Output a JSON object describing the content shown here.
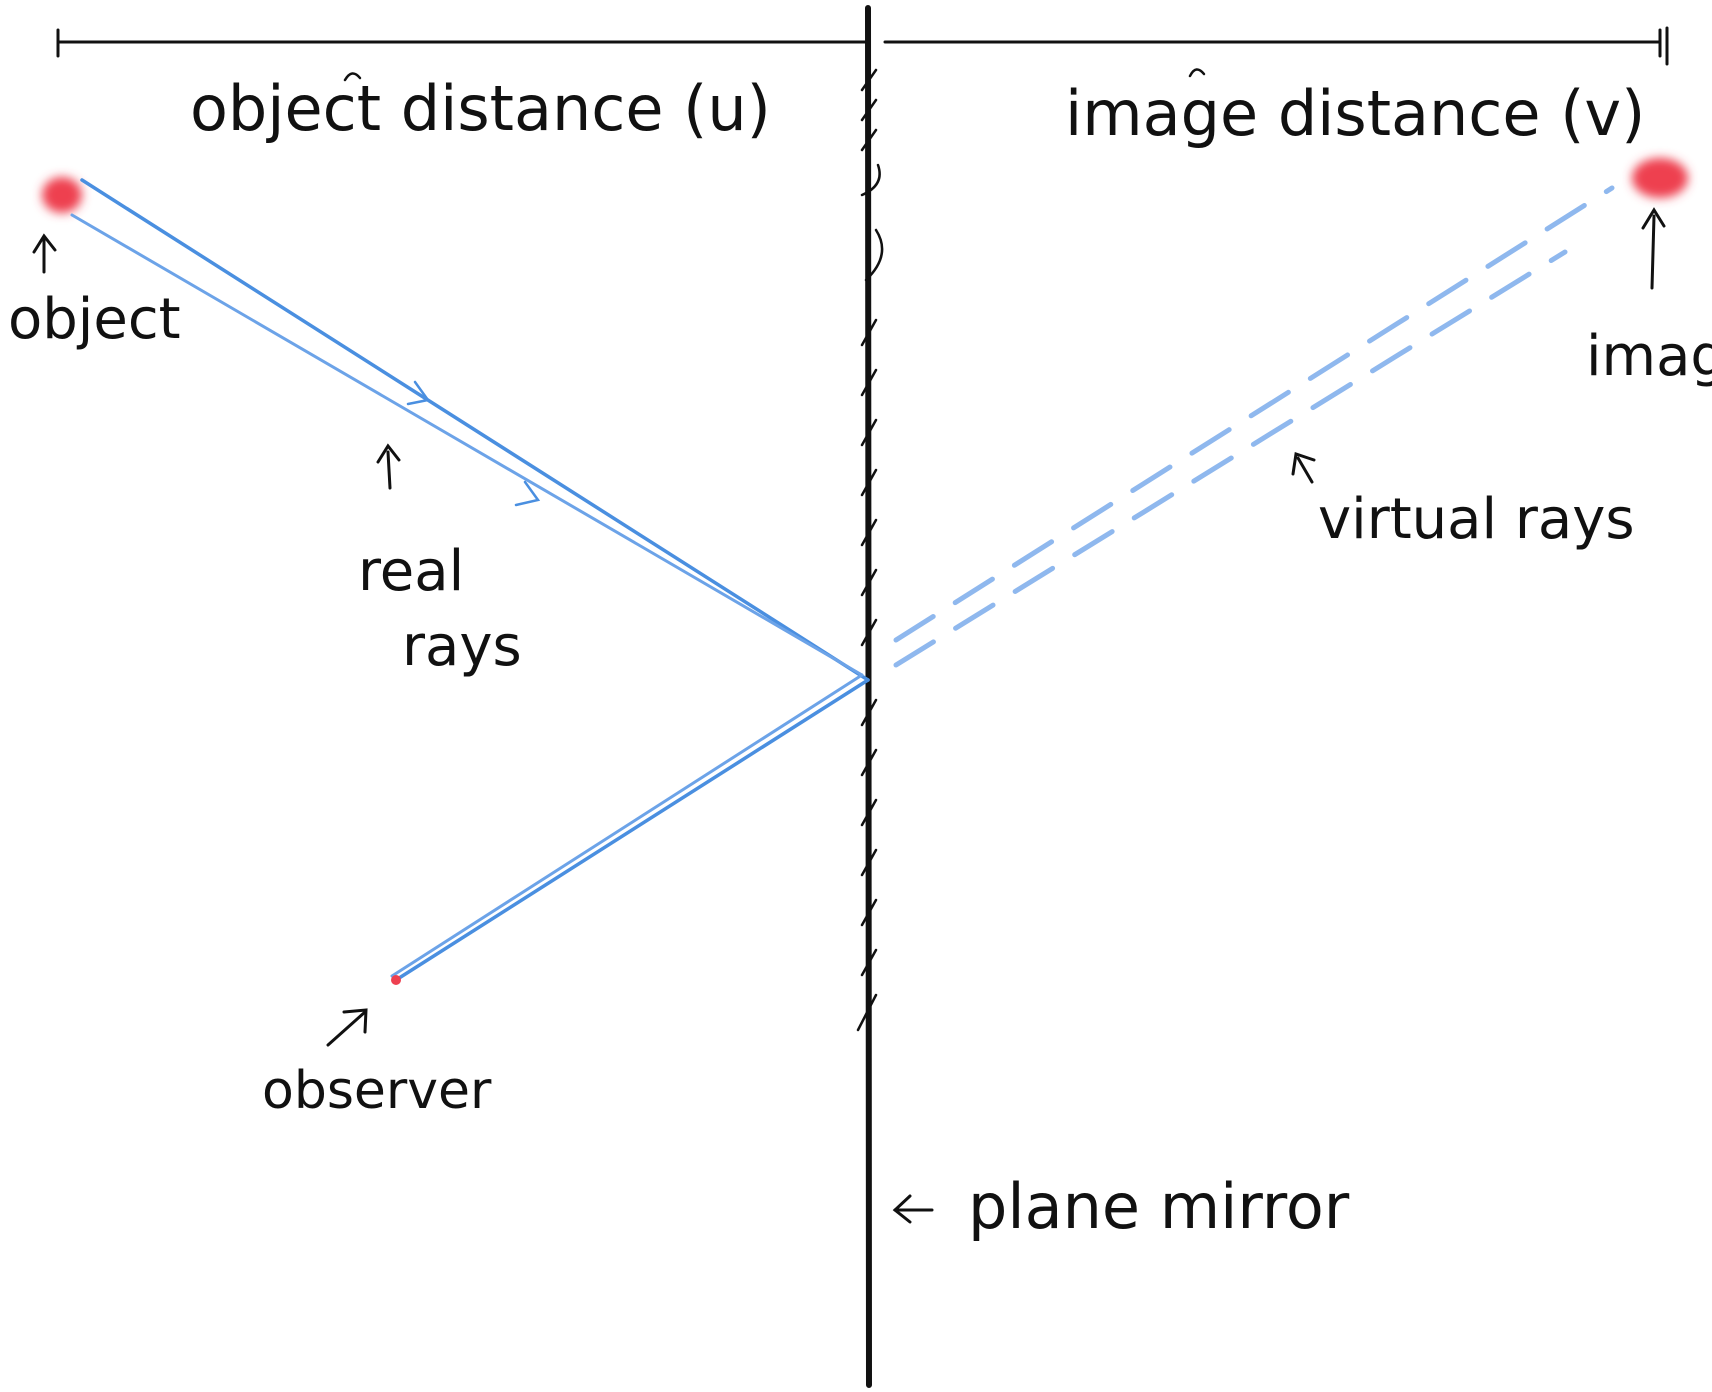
{
  "labels": {
    "object_distance": "object distance (u)",
    "image_distance": "image distance (v)",
    "object": "object",
    "image": "image",
    "real_rays_line1": "real",
    "real_rays_line2": "rays",
    "virtual_rays": "virtual rays",
    "observer": "observer",
    "plane_mirror": "plane mirror"
  },
  "colors": {
    "ink": "#111111",
    "ray": "#4a8fe0",
    "ray_light": "#8fb8ee",
    "point": "#ee4050"
  }
}
